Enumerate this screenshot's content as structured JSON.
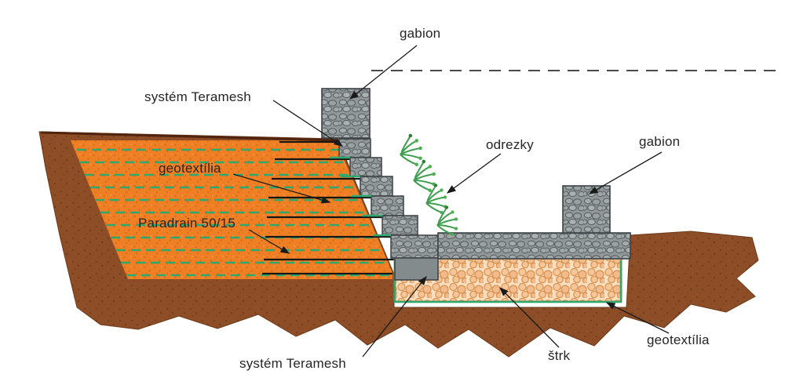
{
  "diagram": {
    "type": "retaining-wall-cross-section",
    "labels": {
      "gabion_top": "gabion",
      "system_teramesh": "systém Teramesh",
      "geotextilia": "geotextília",
      "paradrain": "Paradrain 50/15",
      "odrezky": "odrezky",
      "gabion_right": "gabion",
      "system_teramesh_bottom": "systém Teramesh",
      "strk": "štrk",
      "geotextilia_bottom": "geotextília"
    },
    "palette": {
      "soil_orange": "#ef7f25",
      "earth_brown": "#8c4d27",
      "gabion_gray": "#929899",
      "gravel_tan": "#f9dfc0",
      "geotextile_green": "#2fa86f",
      "plant_green": "#3f9e4f",
      "line_dark": "#1a1a1a",
      "background": "#ffffff"
    }
  }
}
